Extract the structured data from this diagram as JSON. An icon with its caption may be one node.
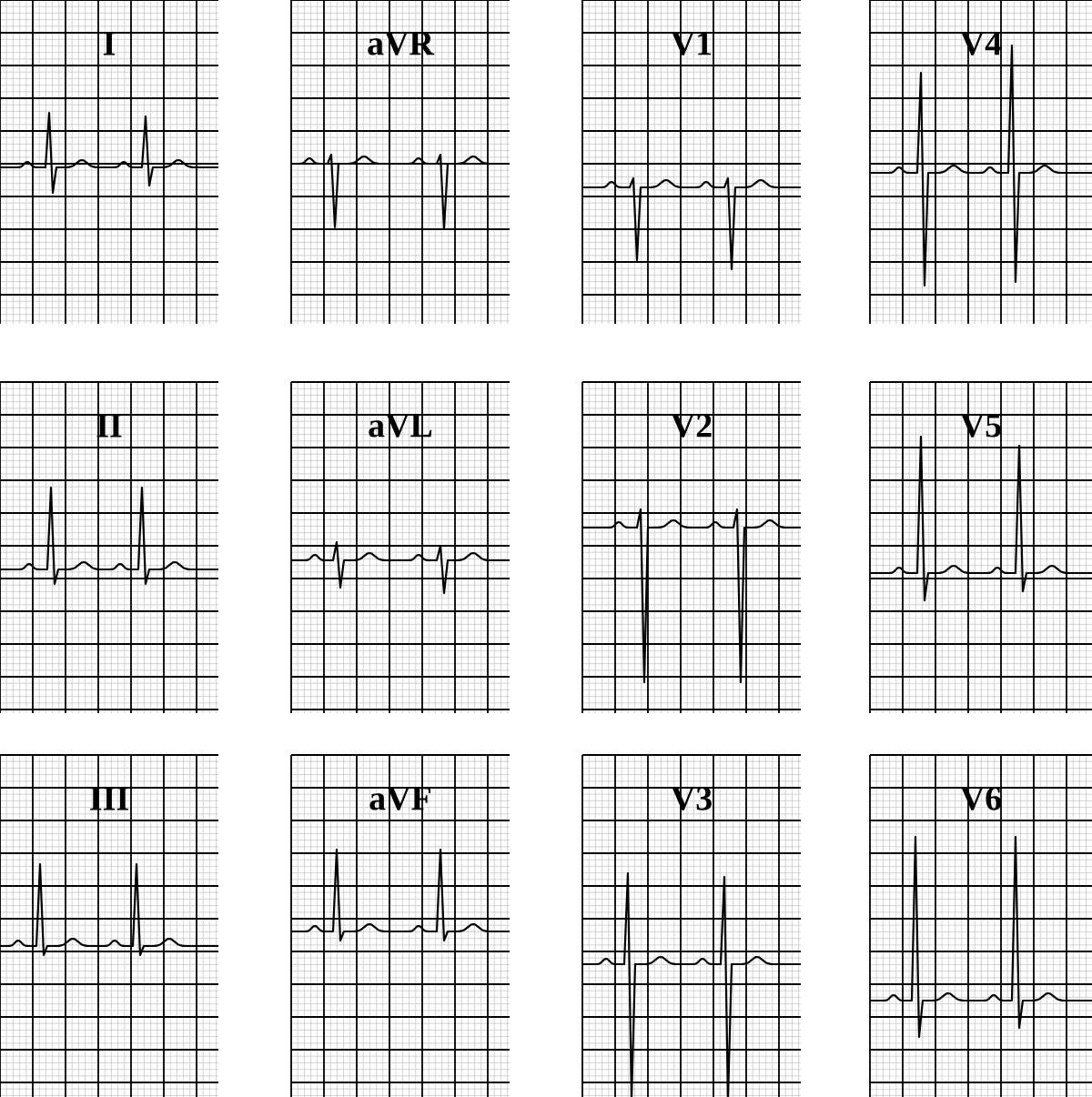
{
  "diagram": {
    "labels": [
      "I",
      "aVR",
      "V1",
      "V4",
      "II",
      "aVL",
      "V2",
      "V5",
      "III",
      "aVF",
      "V3",
      "V6"
    ]
  }
}
